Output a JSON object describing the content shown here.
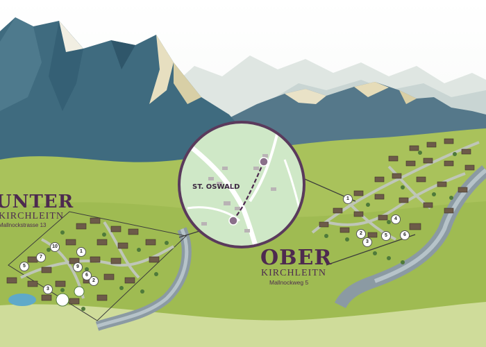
{
  "map": {
    "village_label": "ST. OSWALD",
    "unter": {
      "name": "UNTER",
      "subname": "KIRCHLEITN",
      "street": "Mallnockstrasse 13"
    },
    "ober": {
      "name": "OBER",
      "subname": "KIRCHLEITN",
      "street": "Mallnockweg 5"
    },
    "unter_markers": [
      "5",
      "10",
      "1",
      "7",
      "9",
      "2",
      "3",
      "6"
    ],
    "ober_markers": [
      "1",
      "2",
      "4",
      "3",
      "5",
      "6"
    ],
    "colors": {
      "mountain_dark": "#3f6b7f",
      "mountain_light": "#9fb3b4",
      "meadow": "#a9c25b",
      "river": "#8b9aa3",
      "label": "#4d2a4f",
      "circle_border": "#5a3a5c"
    }
  }
}
